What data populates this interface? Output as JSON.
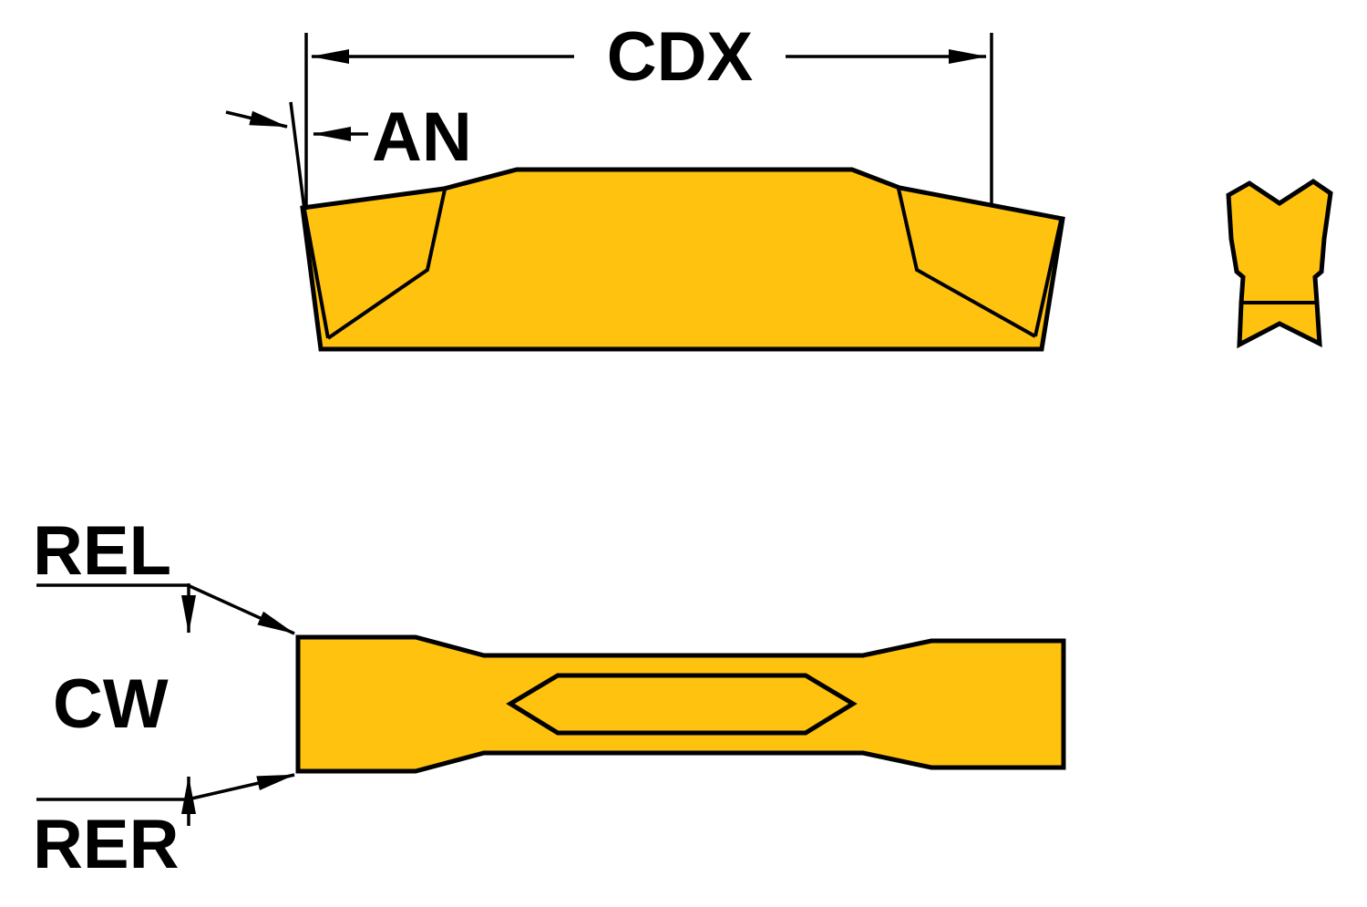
{
  "drawing": {
    "labels": {
      "cdx": "CDX",
      "an": "AN",
      "rel": "REL",
      "cw": "CW",
      "rer": "RER"
    },
    "colors": {
      "insert_fill": "#FFC20E",
      "line": "#000000",
      "background": "#FFFFFF"
    }
  }
}
